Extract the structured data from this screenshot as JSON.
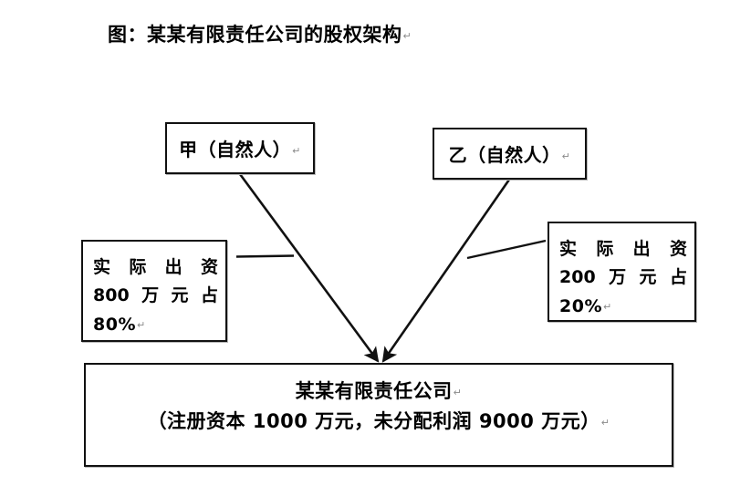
{
  "document": {
    "title": "图：某某有限责任公司的股权架构",
    "paragraph_mark": "↵",
    "background_color": "#ffffff",
    "line_color": "#111111",
    "text_color": "#000000"
  },
  "diagram": {
    "type": "org-equity-structure",
    "shareholders": [
      {
        "id": "person-a",
        "label": "甲（自然人）",
        "contribution_note": {
          "line1_parts": [
            "实",
            "际",
            "出",
            "资"
          ],
          "line2_parts": [
            "800",
            "万",
            "元",
            "占"
          ],
          "line3": "80%",
          "amount": "800 万元",
          "percent": "80%"
        }
      },
      {
        "id": "person-b",
        "label": "乙（自然人）",
        "contribution_note": {
          "line1_parts": [
            "实",
            "际",
            "出",
            "资"
          ],
          "line2_parts": [
            "200",
            "万",
            "元",
            "占"
          ],
          "line3": "20%",
          "amount": "200 万元",
          "percent": "20%"
        }
      }
    ],
    "company": {
      "name": "某某有限责任公司",
      "details": "（注册资本 1000 万元，未分配利润 9000 万元）",
      "registered_capital": "1000 万元",
      "undistributed_profit": "9000 万元"
    },
    "arrows": [
      {
        "from": "person-a",
        "to": "company",
        "start": [
          263,
          191
        ],
        "end": [
          415,
          398
        ]
      },
      {
        "from": "person-b",
        "to": "company",
        "start": [
          558,
          197
        ],
        "end": [
          419,
          398
        ]
      }
    ],
    "leader_lines": [
      {
        "from": "note-left",
        "to": "arrow-a",
        "start": [
          259,
          281
        ],
        "end": [
          322,
          280
        ]
      },
      {
        "from": "note-right",
        "to": "arrow-b",
        "start": [
          598,
          264
        ],
        "end": [
          512,
          283
        ]
      }
    ]
  }
}
